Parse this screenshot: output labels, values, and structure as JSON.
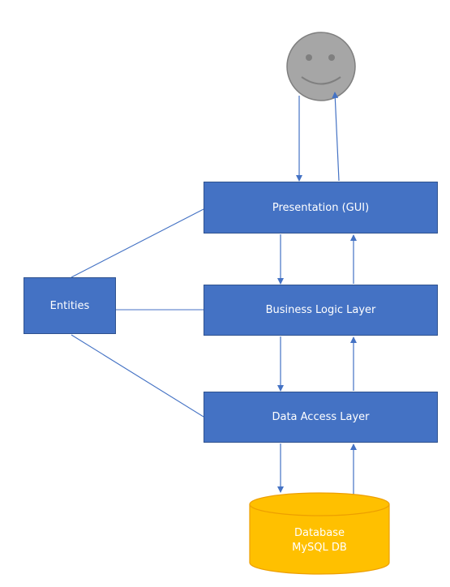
{
  "colors": {
    "layer_fill": "#4472c4",
    "layer_border": "#2f528f",
    "connector": "#4472c4",
    "database_fill": "#ffc000",
    "database_border": "#ed9f00",
    "user_fill": "#a6a6a6",
    "user_border": "#7f7f7f"
  },
  "nodes": {
    "user": {
      "icon": "smiley-face-icon"
    },
    "presentation": {
      "label": "Presentation (GUI)"
    },
    "business": {
      "label": "Business Logic Layer"
    },
    "data_access": {
      "label": "Data Access Layer"
    },
    "entities": {
      "label": "Entities"
    },
    "database": {
      "line1": "Database",
      "line2": "MySQL DB",
      "icon": "database-cylinder-icon"
    }
  }
}
